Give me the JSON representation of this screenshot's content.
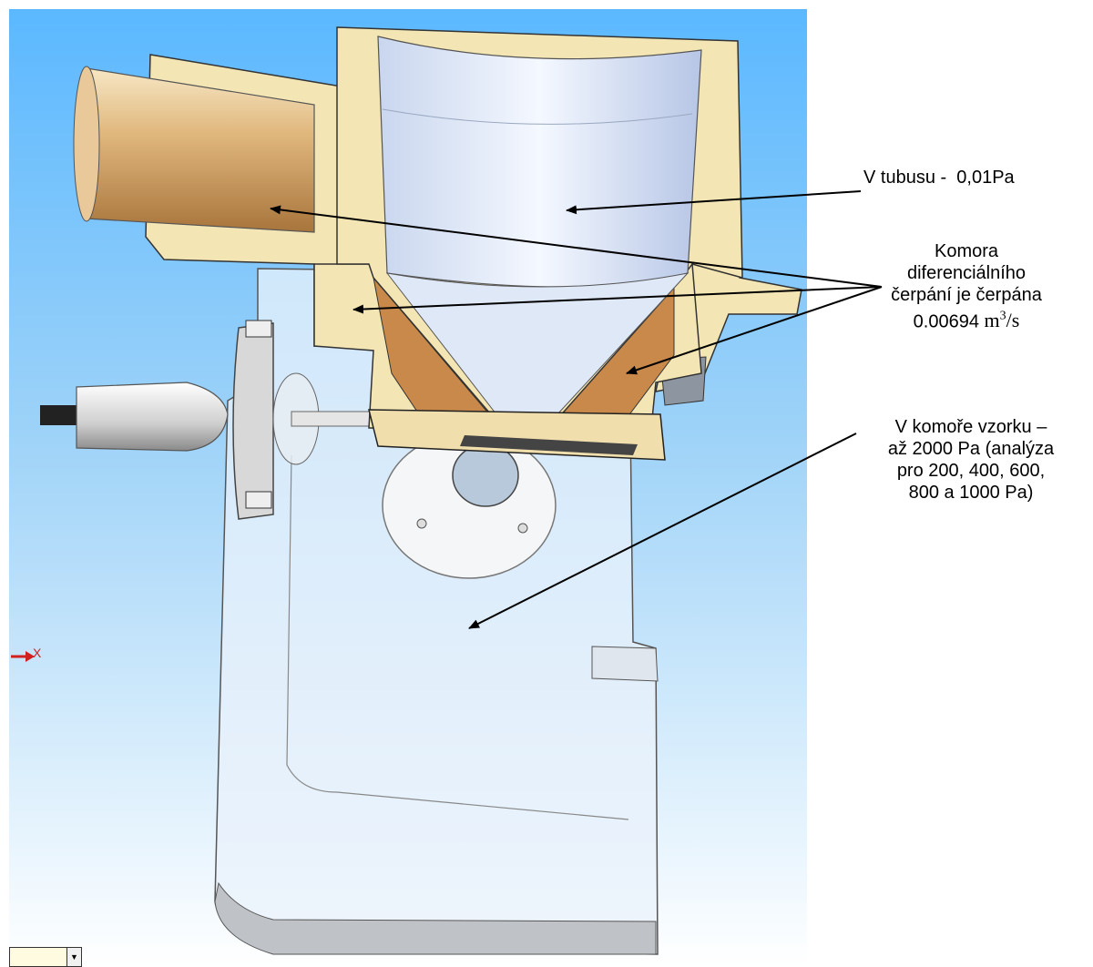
{
  "annotations": {
    "tube": "V tubusu -  0,01Pa",
    "diff_line1": "Komora",
    "diff_line2": "diferenciálního",
    "diff_line3": "čerpání je čerpána",
    "diff_flow_value": "0.00694",
    "diff_flow_unit_base": "m",
    "diff_flow_unit_exp": "3",
    "diff_flow_unit_tail": "/s",
    "chamber_line1": "V komoře vzorku –",
    "chamber_line2": "až 2000 Pa (analýza",
    "chamber_line3": "pro 200, 400, 600,",
    "chamber_line4": "800 a 1000 Pa)"
  },
  "triad": {
    "axis_label": "X"
  },
  "colors": {
    "viewport_top": "#5bb8ff",
    "brass": "#f4e6b4",
    "copper": "#c8894a",
    "glass": "#e8f0fa",
    "arrow": "#000000",
    "axis": "#d02020"
  }
}
